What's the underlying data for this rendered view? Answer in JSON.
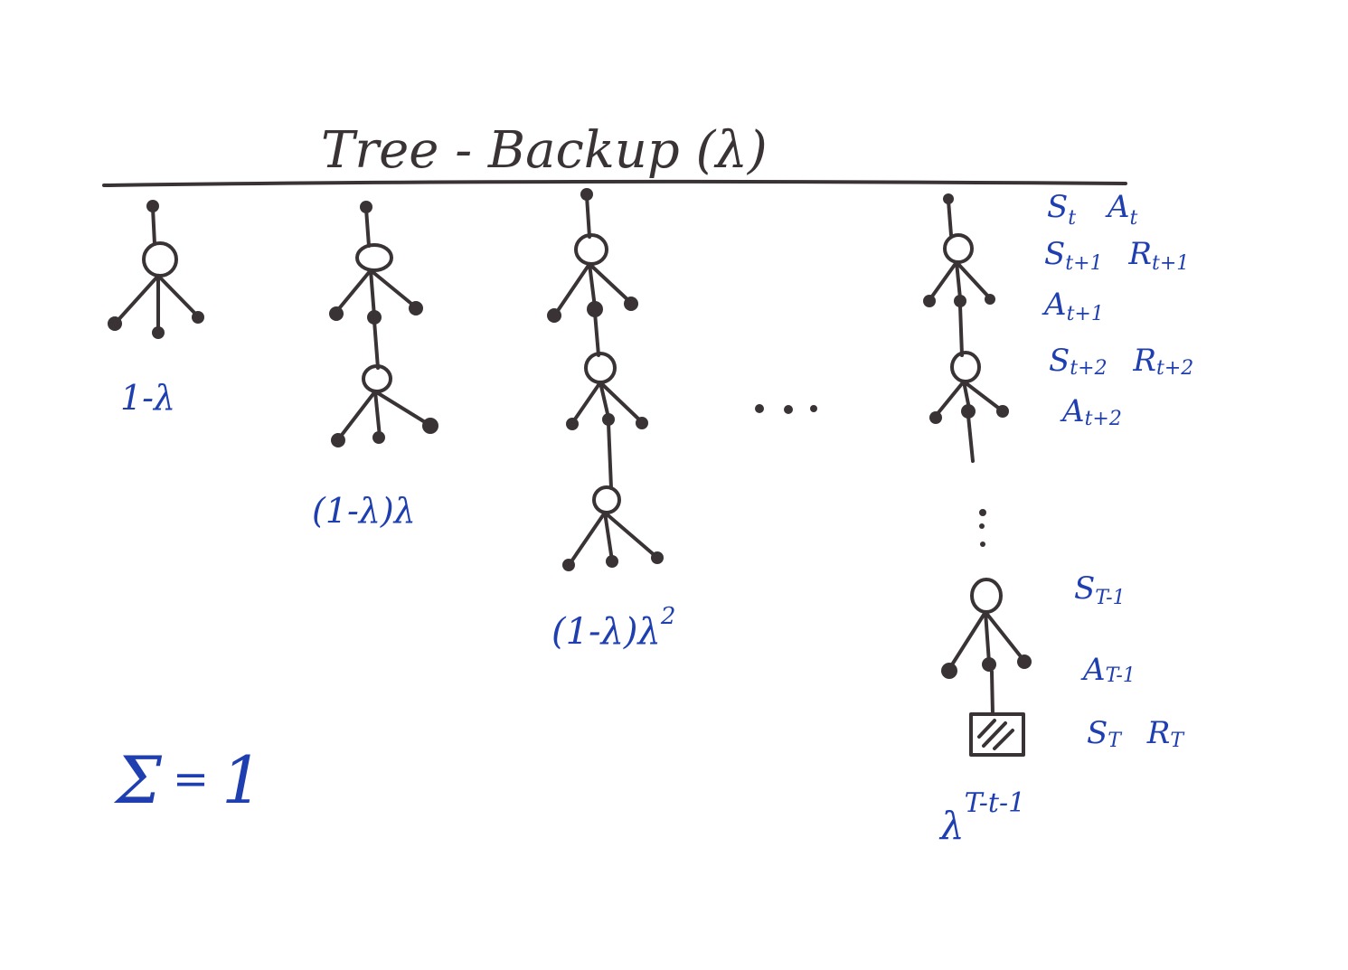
{
  "title": "Tree - Backup (λ)",
  "colors": {
    "ink": "#3a3336",
    "label": "#1f3fb0",
    "background": "#ffffff"
  },
  "diagrams": [
    {
      "id": "one-step",
      "levels": 1,
      "weight": "1-λ"
    },
    {
      "id": "two-step",
      "levels": 2,
      "weight": "(1-λ)λ"
    },
    {
      "id": "three-step",
      "levels": 3,
      "weight": "(1-λ)λ",
      "weight_exponent": "2"
    },
    {
      "id": "ellipsis",
      "text": "· · ·"
    },
    {
      "id": "full-episode",
      "weight": "λ",
      "weight_exponent": "T-t-1",
      "terminal": "shaded-square"
    }
  ],
  "side_labels": {
    "row1": {
      "s": "S",
      "s_sub": "t",
      "a": "A",
      "a_sub": "t"
    },
    "row2": {
      "s": "S",
      "s_sub": "t+1",
      "r": "R",
      "r_sub": "t+1"
    },
    "row3": {
      "a": "A",
      "a_sub": "t+1"
    },
    "row4": {
      "s": "S",
      "s_sub": "t+2",
      "r": "R",
      "r_sub": "t+2"
    },
    "row5": {
      "a": "A",
      "a_sub": "t+2"
    },
    "row6": {
      "s": "S",
      "s_sub": "T-1"
    },
    "row7": {
      "a": "A",
      "a_sub": "T-1"
    },
    "row8": {
      "s": "S",
      "s_sub": "T",
      "r": "R",
      "r_sub": "T"
    }
  },
  "sum_equation": {
    "symbol": "Σ",
    "equals": "=",
    "value": "1"
  }
}
